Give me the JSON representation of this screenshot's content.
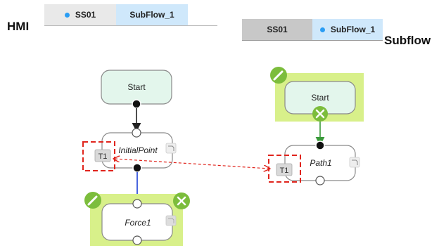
{
  "hmi": {
    "label": "HMI",
    "tabs": [
      {
        "label": "SS01",
        "active": false
      },
      {
        "label": "SubFlow_1",
        "active": true
      }
    ]
  },
  "subflow": {
    "label": "Subflow",
    "tabs": [
      {
        "label": "SS01",
        "active": false
      },
      {
        "label": "SubFlow_1",
        "active": true
      }
    ]
  },
  "left_flow": {
    "start_label": "Start",
    "initial_label": "InitialPoint",
    "initial_badge": "T1",
    "force_label": "Force1",
    "edit_icon": "pencil-icon",
    "delete_icon": "close-icon"
  },
  "right_flow": {
    "start_label": "Start",
    "path_label": "Path1",
    "path_badge": "T1",
    "edit_icon": "pencil-icon",
    "delete_icon": "close-icon"
  },
  "colors": {
    "start_fill": "#e3f6ec",
    "selection_green": "#d8f08a",
    "icon_green": "#7cbd3c",
    "link_black": "#222222",
    "link_blue": "#1c3fd6",
    "link_green": "#3a9a3a",
    "highlight_red": "#e0241c",
    "tab_active": "#cfe8fb",
    "tab_inactive_left": "#e9e9e9",
    "tab_inactive_right": "#c8c8c8"
  }
}
